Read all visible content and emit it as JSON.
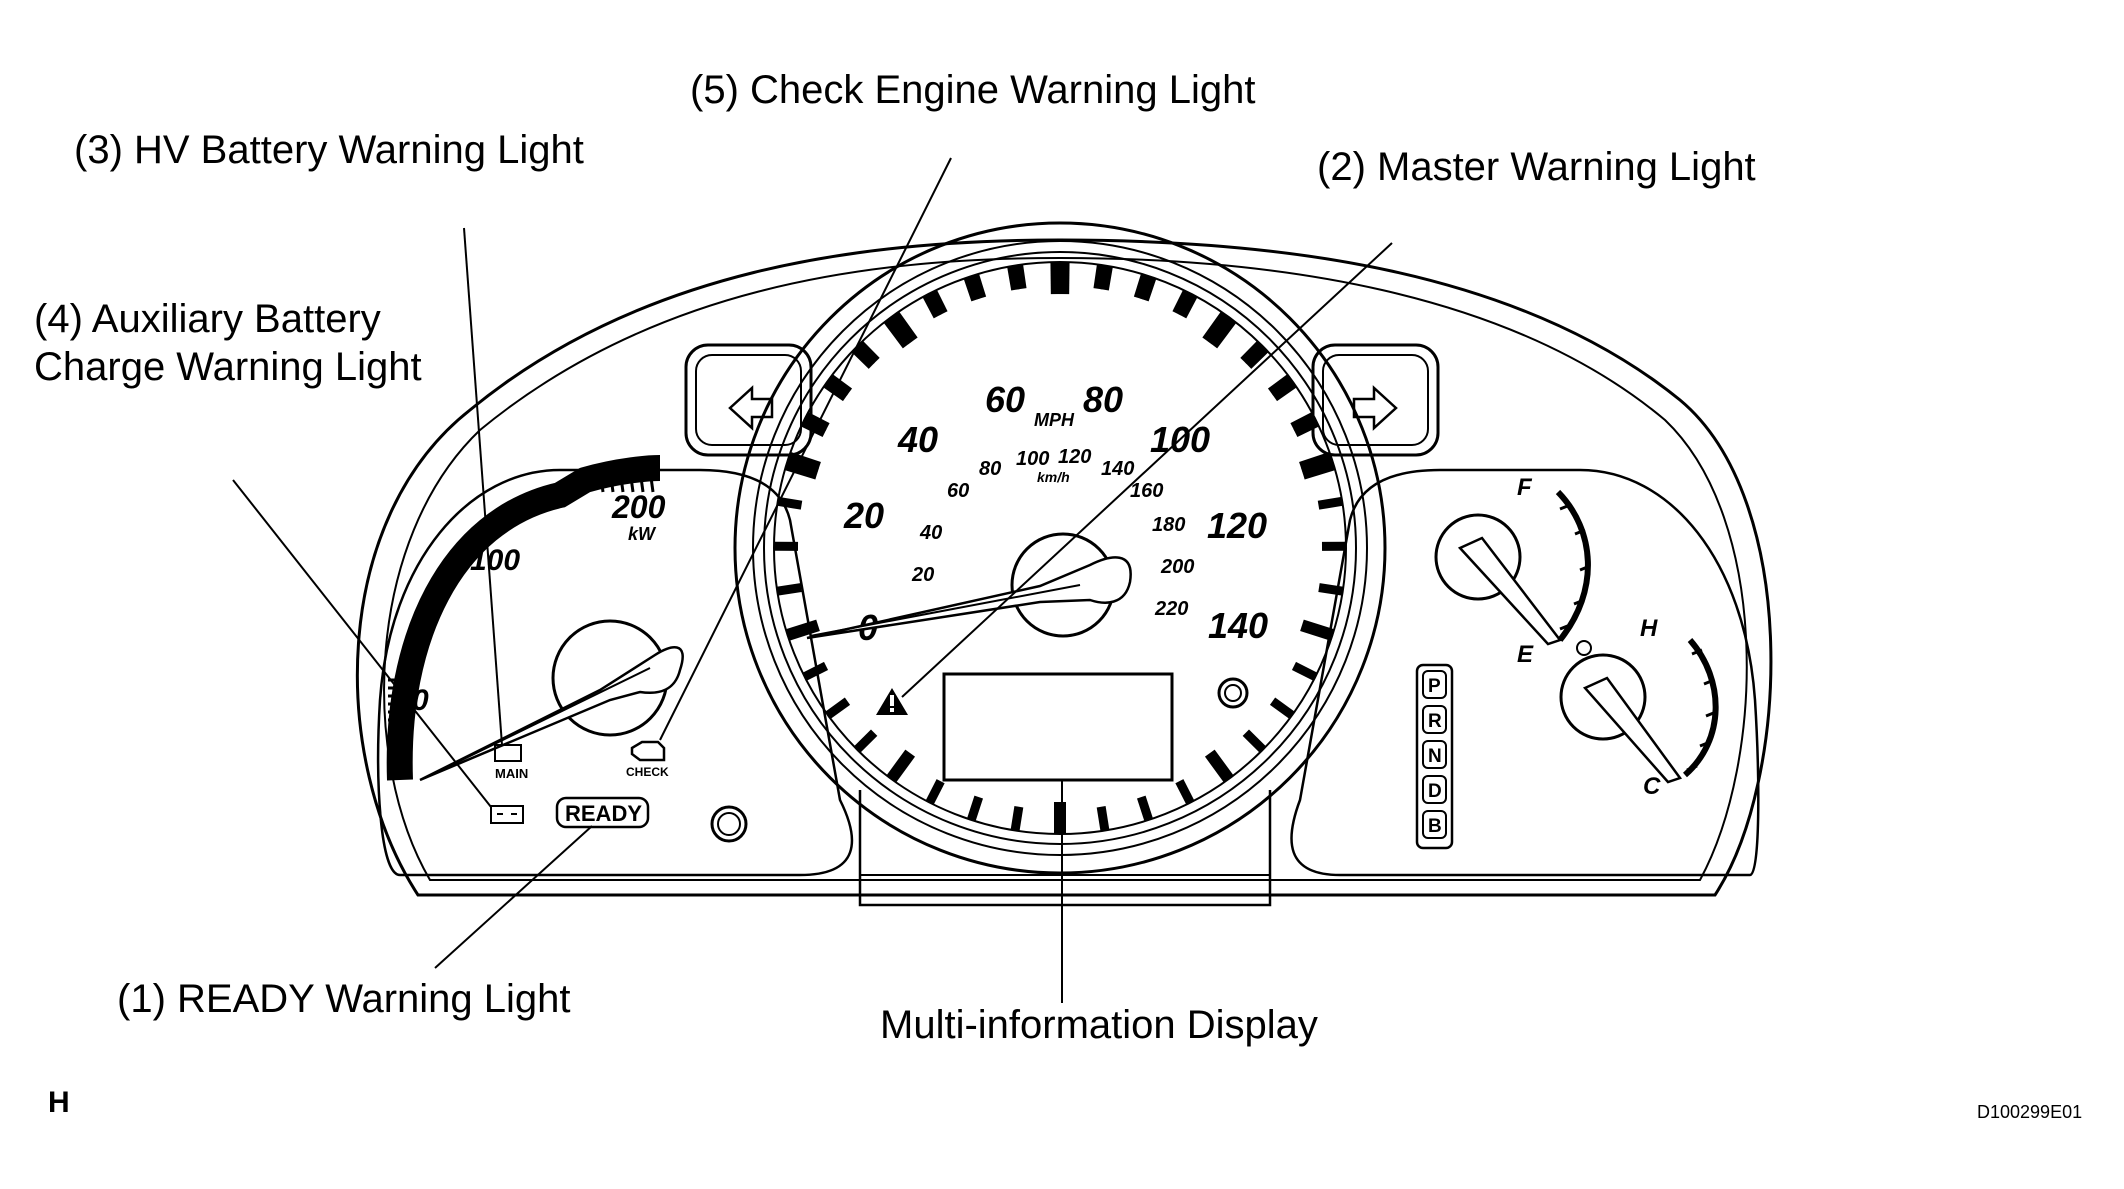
{
  "callouts": {
    "check_engine": "(5) Check Engine Warning Light",
    "hv_battery": "(3) HV Battery Warning Light",
    "master_warning": "(2) Master Warning Light",
    "aux_battery_line1": "(4) Auxiliary Battery",
    "aux_battery_line2": "Charge Warning Light",
    "ready": "(1) READY Warning Light",
    "multi_info": "Multi-information Display"
  },
  "corner": {
    "left": "H",
    "right": "D100299E01"
  },
  "power_meter": {
    "labels": [
      "0",
      "100",
      "200"
    ],
    "unit": "kW"
  },
  "speedometer": {
    "mph_labels": [
      "0",
      "20",
      "40",
      "60",
      "80",
      "100",
      "120",
      "140"
    ],
    "mph_unit": "MPH",
    "kmh_labels": [
      "20",
      "40",
      "60",
      "80",
      "100",
      "120",
      "140",
      "160",
      "180",
      "200",
      "220"
    ],
    "kmh_unit": "km/h"
  },
  "indicators": {
    "ready_text": "READY",
    "main_text": "MAIN",
    "check_text": "CHECK"
  },
  "fuel_gauge": {
    "full": "F",
    "empty": "E"
  },
  "temp_gauge": {
    "hot": "H",
    "cold": "C"
  },
  "shift_positions": [
    "P",
    "R",
    "N",
    "D",
    "B"
  ],
  "icons": [
    "left-turn-arrow-icon",
    "right-turn-arrow-icon",
    "master-warning-triangle-icon",
    "battery-icon",
    "engine-icon"
  ]
}
